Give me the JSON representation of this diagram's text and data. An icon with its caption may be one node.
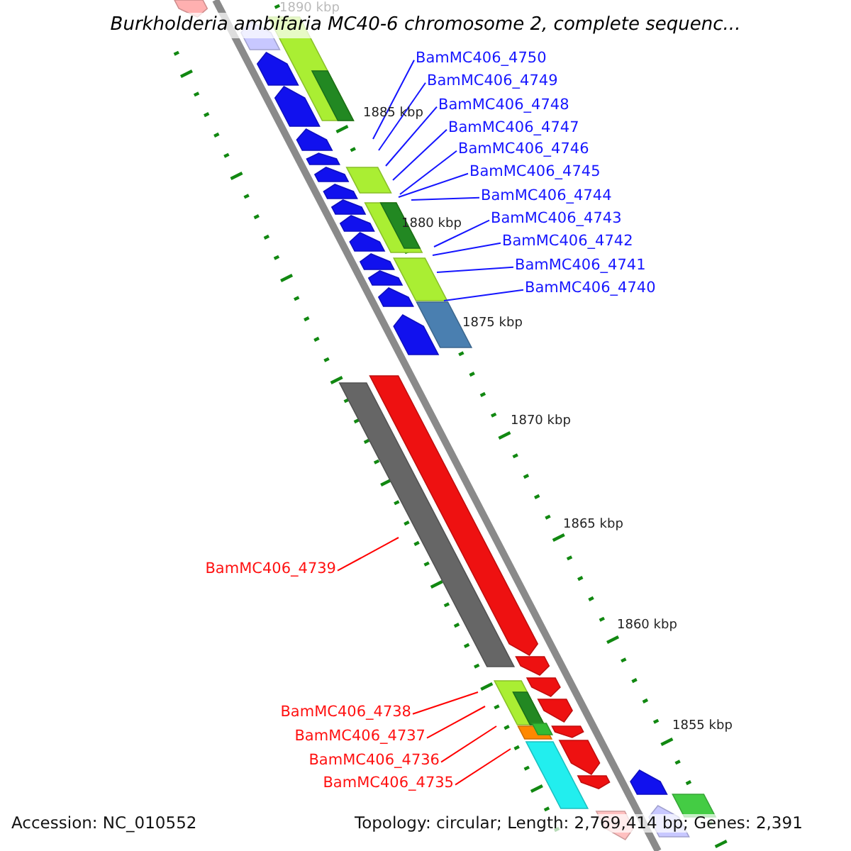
{
  "diagram": {
    "title": "Burkholderia ambifaria MC40-6 chromosome 2, complete sequenc...",
    "nodes": [
      {
        "text": [
          "BamMC406_4750"
        ]
      },
      {
        "text": [
          "BamMC406_4749"
        ]
      },
      {
        "text": [
          "BamMC406_4748"
        ]
      },
      {
        "text": [
          "BamMC406_4747"
        ]
      },
      {
        "text": [
          "BamMC406_4746"
        ]
      },
      {
        "text": [
          "BamMC406_4745"
        ]
      },
      {
        "text": [
          "BamMC406_4744"
        ]
      },
      {
        "text": [
          "BamMC406_4743"
        ]
      },
      {
        "text": [
          "BamMC406_4742"
        ]
      },
      {
        "text": [
          "BamMC406_4741"
        ]
      },
      {
        "text": [
          "BamMC406_4740"
        ]
      },
      {
        "text": [
          "BamMC406_4739"
        ]
      },
      {
        "text": [
          "BamMC406_4738"
        ]
      },
      {
        "text": [
          "BamMC406_4737"
        ]
      },
      {
        "text": [
          "BamMC406_4736"
        ]
      },
      {
        "text": [
          "BamMC406_4735"
        ]
      }
    ],
    "edges": [
      {
        "from": 0,
        "to": null,
        "arrow": "none"
      },
      {
        "from": 1,
        "to": null,
        "arrow": "none"
      },
      {
        "from": 2,
        "to": null,
        "arrow": "none"
      },
      {
        "from": 3,
        "to": null,
        "arrow": "none"
      },
      {
        "from": 4,
        "to": null,
        "arrow": "none"
      },
      {
        "from": 5,
        "to": null,
        "arrow": "none"
      },
      {
        "from": 6,
        "to": null,
        "arrow": "none"
      },
      {
        "from": 7,
        "to": null,
        "arrow": "none"
      },
      {
        "from": 8,
        "to": null,
        "arrow": "none"
      },
      {
        "from": 9,
        "to": null,
        "arrow": "none"
      },
      {
        "from": 10,
        "to": null,
        "arrow": "none"
      },
      {
        "from": 11,
        "to": null,
        "arrow": "none",
        "color": "#ff0000"
      },
      {
        "from": 12,
        "to": null,
        "arrow": "none",
        "color": "#ff0000"
      },
      {
        "from": 13,
        "to": null,
        "arrow": "none",
        "color": "#ff0000"
      },
      {
        "from": 14,
        "to": null,
        "arrow": "none",
        "color": "#ff0000"
      },
      {
        "from": 15,
        "to": null,
        "arrow": "none",
        "color": "#ff0000"
      }
    ],
    "labels": [
      "1890 kbp",
      "1885 kbp",
      "1880 kbp",
      "1875 kbp",
      "1870 kbp",
      "1865 kbp",
      "1860 kbp",
      "1855 kbp",
      "Accession: NC_010552",
      "Topology: circular; Length: 2,769,414 bp; Genes: 2,391"
    ]
  }
}
